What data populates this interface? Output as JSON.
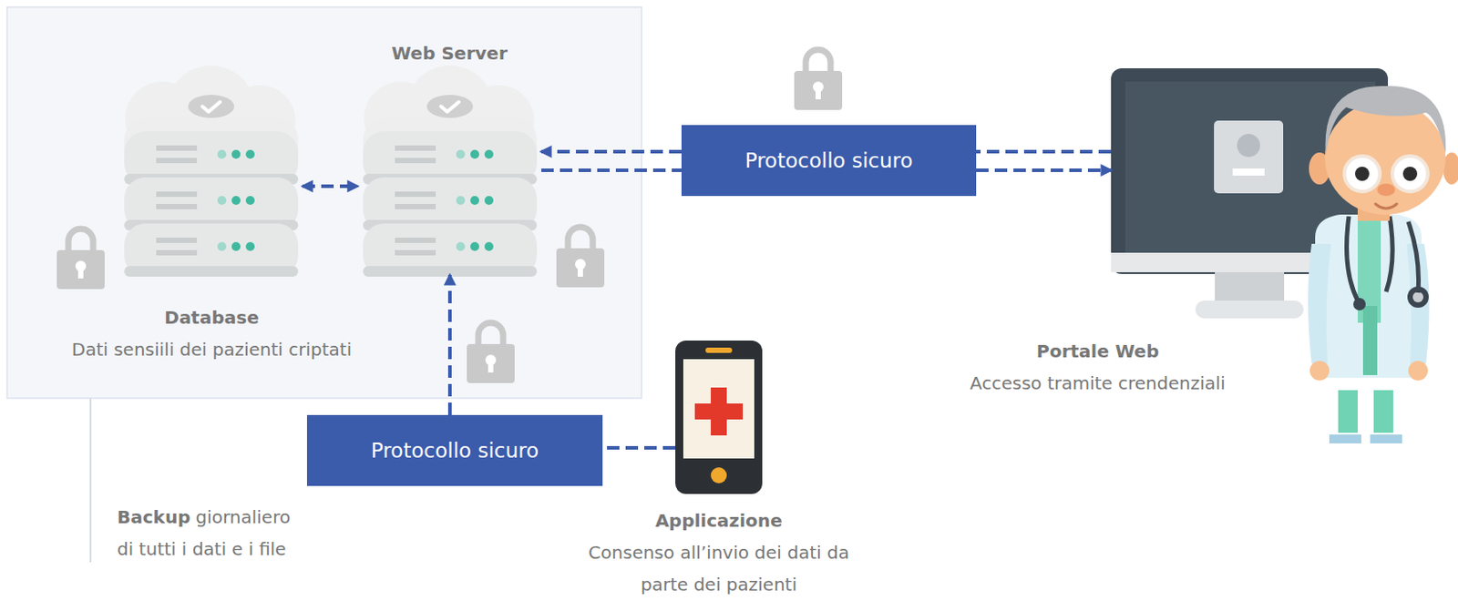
{
  "diagram": {
    "nodes": [
      {
        "text": [
          "Database",
          "Dati sensiili dei pazienti criptati"
        ]
      },
      {
        "text": [
          "Web Server"
        ]
      },
      {
        "text": [
          "Protocollo sicuro"
        ]
      },
      {
        "text": [
          "Portale Web",
          "Accesso tramite crendenziali"
        ]
      },
      {
        "text": [
          "Protocollo sicuro"
        ]
      },
      {
        "text": [
          "Applicazione",
          "Consenso all’invio dei dati da parte dei pazienti"
        ]
      }
    ],
    "edges": [
      {
        "from": 0,
        "to": 1,
        "arrow": "both"
      },
      {
        "from": 2,
        "to": 1,
        "arrow": "to"
      },
      {
        "from": 1,
        "to": 2,
        "arrow": "none"
      },
      {
        "from": 3,
        "to": 2,
        "arrow": "none"
      },
      {
        "from": 2,
        "to": 3,
        "arrow": "to"
      },
      {
        "from": 5,
        "to": 4,
        "arrow": "none"
      },
      {
        "from": 4,
        "to": 1,
        "arrow": "to"
      }
    ],
    "labels": [
      "Backup",
      "giornaliero di tutti i dati e i file"
    ]
  }
}
